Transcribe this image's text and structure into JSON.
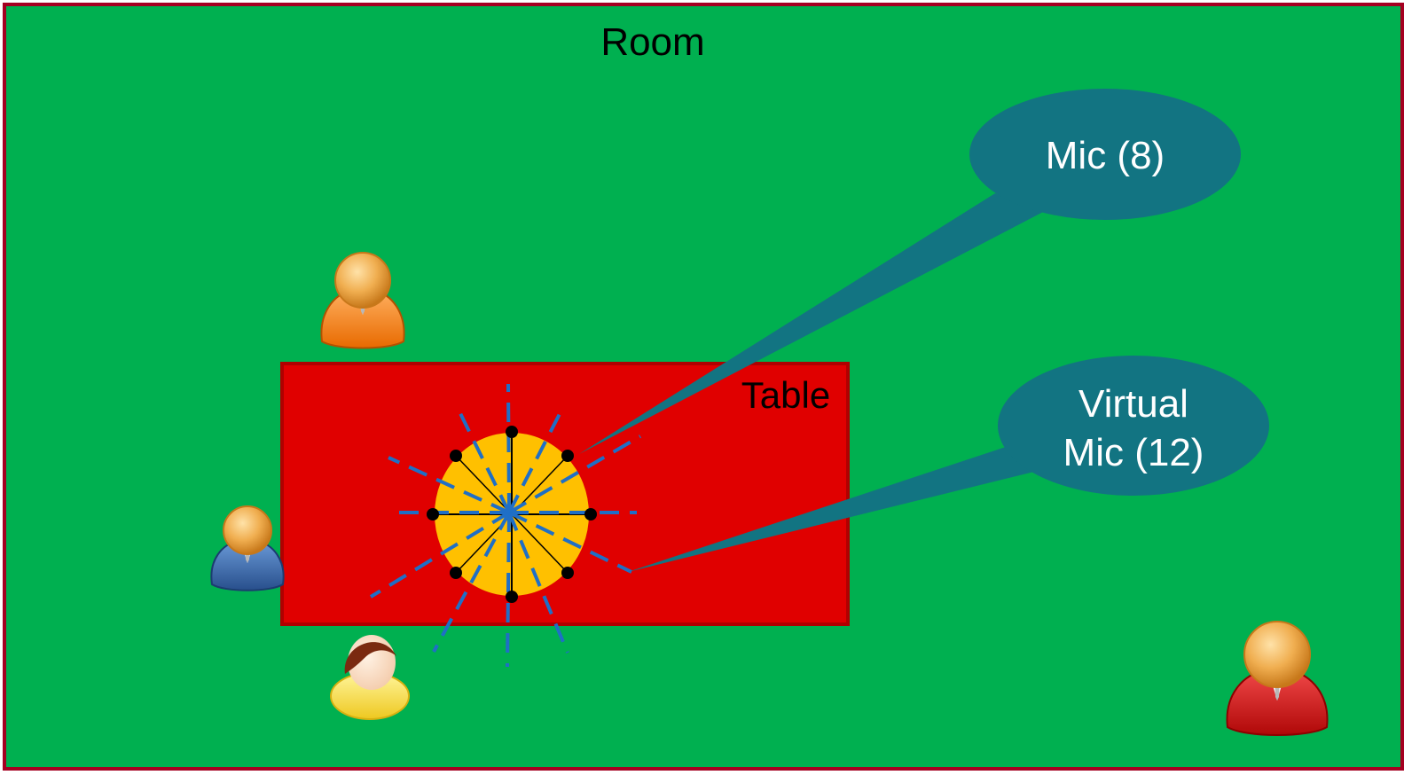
{
  "diagram": {
    "room_label": "Room",
    "table_label": "Table",
    "callouts": {
      "mic": "Mic (8)",
      "virtual_mic_line1": "Virtual",
      "virtual_mic_line2": "Mic (12)"
    }
  },
  "colors": {
    "room_fill": "#00B050",
    "room_border": "#A50021",
    "table_fill": "#E00000",
    "table_border": "#B00000",
    "mic_disc": "#FFC000",
    "callout_fill": "#127482",
    "beam_dash": "#1F6FC6",
    "person_orange": "#F07A10",
    "person_blue": "#2E5E9E",
    "person_red": "#C81010",
    "person_yellow": "#F6DC30"
  },
  "icons": [
    "person-orange-icon",
    "person-blue-icon",
    "person-yellow-icon",
    "person-red-icon"
  ]
}
